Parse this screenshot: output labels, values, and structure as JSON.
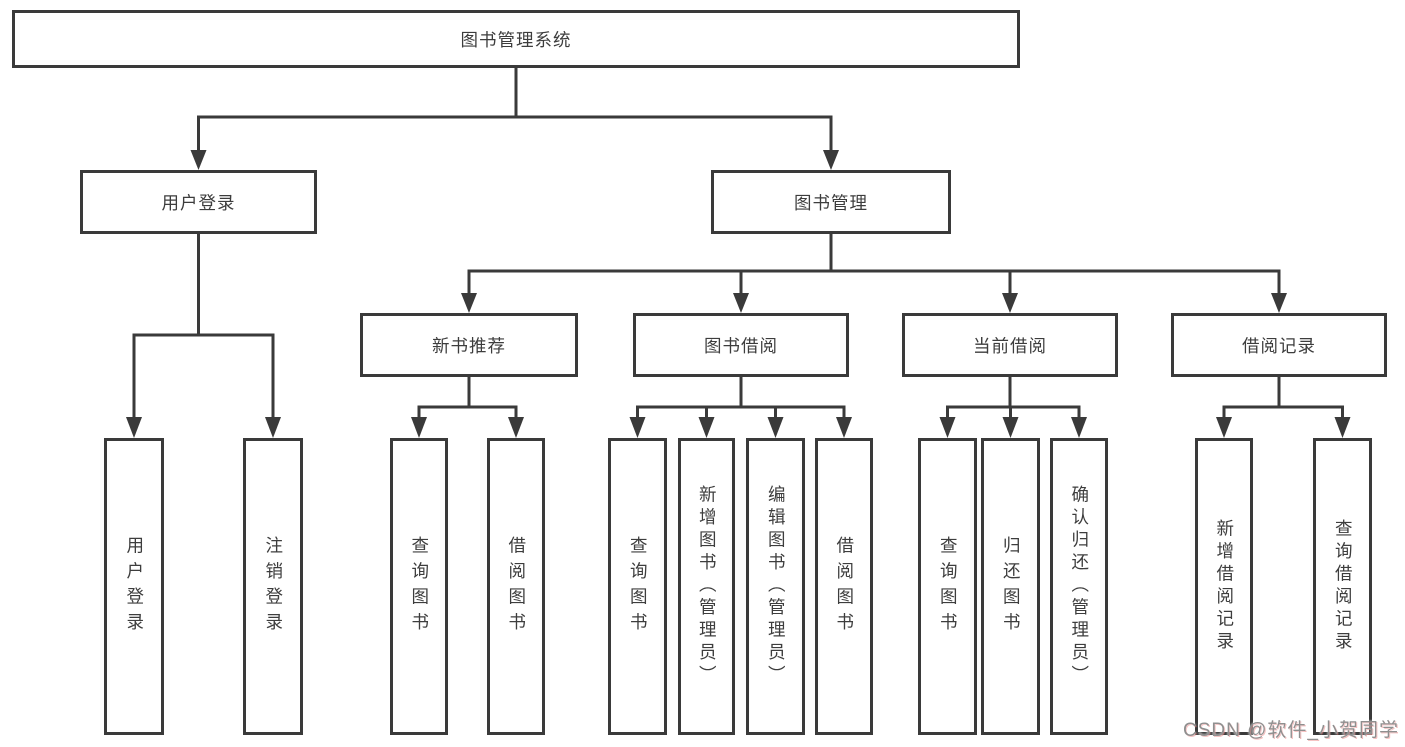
{
  "colors": {
    "background": "#ffffff",
    "line": "#3a3a3a",
    "box_border": "#3a3a3a",
    "box_fill": "#ffffff",
    "text": "#3d3d3d",
    "watermark": "#8f8f8f"
  },
  "tree": {
    "label": "图书管理系统",
    "children": [
      {
        "label": "用户登录",
        "children": [
          {
            "label": "用户登录"
          },
          {
            "label": "注销登录"
          }
        ]
      },
      {
        "label": "图书管理",
        "children": [
          {
            "label": "新书推荐",
            "children": [
              {
                "label": "查询图书"
              },
              {
                "label": "借阅图书"
              }
            ]
          },
          {
            "label": "图书借阅",
            "children": [
              {
                "label": "查询图书"
              },
              {
                "label": "新增图书（管理员）"
              },
              {
                "label": "编辑图书（管理员）"
              },
              {
                "label": "借阅图书"
              }
            ]
          },
          {
            "label": "当前借阅",
            "children": [
              {
                "label": "查询图书"
              },
              {
                "label": "归还图书"
              },
              {
                "label": "确认归还（管理员）"
              }
            ]
          },
          {
            "label": "借阅记录",
            "children": [
              {
                "label": "新增借阅记录"
              },
              {
                "label": "查询借阅记录"
              }
            ]
          }
        ]
      }
    ]
  },
  "watermark": {
    "text": "CSDN @软件_小贺同学"
  }
}
